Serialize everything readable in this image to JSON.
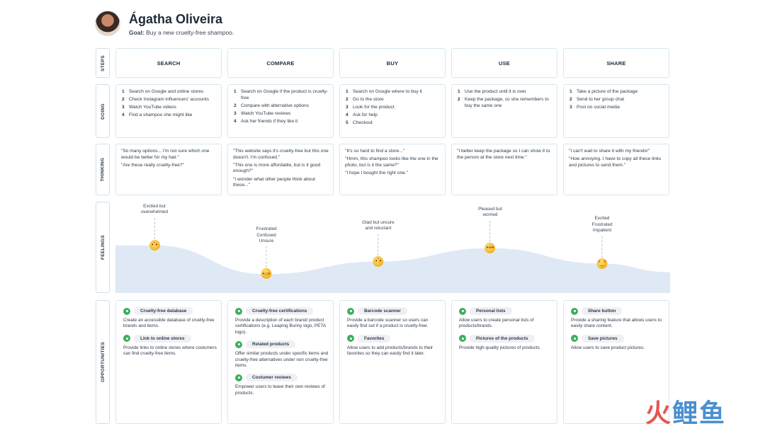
{
  "persona": {
    "name": "Ágatha Oliveira",
    "goal_label": "Goal:",
    "goal_text": "Buy a new cruelty-free shampoo."
  },
  "rows": {
    "steps": "STEPS",
    "doing": "DOING",
    "thinking": "THINKING",
    "feelings": "FEELINGS",
    "opportunities": "OPPORTUNITIES"
  },
  "stages": [
    {
      "name": "SEARCH",
      "doing": [
        {
          "n": "1",
          "text": "Search on Google and online stores"
        },
        {
          "n": "2",
          "text": "Check Instagram influencers' accounts"
        },
        {
          "n": "3",
          "text": "Watch YouTube videos"
        },
        {
          "n": "4",
          "text": "Find a shampoo she might like"
        }
      ],
      "thinking": [
        "\"So many options... I'm not sure which one would be better for my hair.\"",
        "\"Are these really cruelty-free?\""
      ],
      "feeling": {
        "label": "Excited but\noverwhelmed",
        "emoji": "confused",
        "level": 0.78
      },
      "opportunities": [
        {
          "title": "Cruelty-free database",
          "desc": "Create an accessible database of cruelty-free brands and items."
        },
        {
          "title": "Link to online stores",
          "desc": "Provide links to online stores where costumers can find cruelty-free items."
        }
      ]
    },
    {
      "name": "COMPARE",
      "doing": [
        {
          "n": "1",
          "text": "Search on Google if the product is cruelty-free"
        },
        {
          "n": "2",
          "text": "Compare with alternative options"
        },
        {
          "n": "3",
          "text": "Watch YouTube reviews"
        },
        {
          "n": "4",
          "text": "Ask her friends if they like it"
        }
      ],
      "thinking": [
        "\"This website says it's cruelty-free but this one doesn't. I'm confused.\"",
        "\"This one is more affordable, but is it good enough?\"",
        "\"I wonder what other people think about these...\""
      ],
      "feeling": {
        "label": "Frustrated\nConfused\nUnsure",
        "emoji": "tired",
        "level": 0.37
      },
      "opportunities": [
        {
          "title": "Cruelty-free certifications",
          "desc": "Provide a description of each brand/ product certifications (e.g. Leaping Bunny logo, PETA logo)."
        },
        {
          "title": "Related products",
          "desc": "Offer similar products under specific items and cruelty-free alternatives under non cruelty-free items."
        },
        {
          "title": "Costumer reviews",
          "desc": "Empower users to leave their own reviews of products."
        }
      ]
    },
    {
      "name": "BUY",
      "doing": [
        {
          "n": "1",
          "text": "Search on Google where to buy it"
        },
        {
          "n": "2",
          "text": "Go to the store"
        },
        {
          "n": "3",
          "text": "Look for the product"
        },
        {
          "n": "4",
          "text": "Ask for help"
        },
        {
          "n": "5",
          "text": "Checkout"
        }
      ],
      "thinking": [
        "\"It's so hard to find a store...\"",
        "\"Hmm, this shampoo looks like the one in the photo, but is it the same?\"",
        "\"I hope I bought the right one.\""
      ],
      "feeling": {
        "label": "Glad but unsure\nand reluctant",
        "emoji": "thinking",
        "level": 0.55
      },
      "opportunities": [
        {
          "title": "Barcode scanner",
          "desc": "Provide a barcode scanner so users can easily find out if a product is cruelty-free."
        },
        {
          "title": "Favorites",
          "desc": "Allow users to add products/brands to their favorites so they can easily find it later."
        }
      ]
    },
    {
      "name": "USE",
      "doing": [
        {
          "n": "1",
          "text": "Use the product until it is over"
        },
        {
          "n": "2",
          "text": "Keep the package, so she remembers to buy the same one"
        }
      ],
      "thinking": [
        "\"I better keep the package so I can show it to the person at the store next time.\""
      ],
      "feeling": {
        "label": "Pleased but\nworried",
        "emoji": "grimace",
        "level": 0.74
      },
      "opportunities": [
        {
          "title": "Personal lists",
          "desc": "Allow users to create personal lists of products/brands."
        },
        {
          "title": "Pictures of the products",
          "desc": "Provide high-quality pictures of products."
        }
      ]
    },
    {
      "name": "SHARE",
      "doing": [
        {
          "n": "1",
          "text": "Take a picture of the package"
        },
        {
          "n": "2",
          "text": "Send to her group chat"
        },
        {
          "n": "3",
          "text": "Post on social media"
        }
      ],
      "thinking": [
        "\"I can't wait to share it with my friends!\"",
        "\"How annoying. I have to copy all these links and pictures to send them.\""
      ],
      "feeling": {
        "label": "Excited\nFrustrated\nImpatient",
        "emoji": "rolling-eyes",
        "level": 0.52
      },
      "opportunities": [
        {
          "title": "Share button",
          "desc": "Provide a sharing feature that allows users to easily share content."
        },
        {
          "title": "Save pictures",
          "desc": "Allow users to save product pictures."
        }
      ]
    }
  ],
  "feelings_chart": {
    "fill_color": "#dfe9f5",
    "curve_color": "#cfdff0"
  },
  "watermark": {
    "part1": "火",
    "part2": "鲤鱼"
  }
}
